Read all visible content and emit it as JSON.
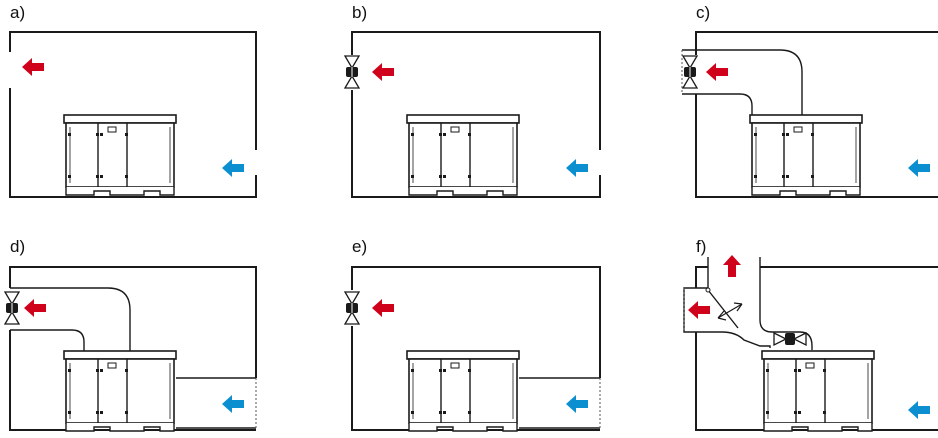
{
  "colors": {
    "line": "#1a1a1a",
    "hot_air": "#d0021b",
    "cold_air": "#0b8fd0",
    "fan_fill": "#ffffff",
    "duct_dash": "#555555"
  },
  "panels": [
    {
      "label": "a)",
      "fan": "none",
      "duct": "none",
      "intake_duct": false
    },
    {
      "label": "b)",
      "fan": "wall",
      "duct": "none",
      "intake_duct": false
    },
    {
      "label": "c)",
      "fan": "duct-end",
      "duct": "exhaust-duct",
      "intake_duct": false
    },
    {
      "label": "d)",
      "fan": "duct-end",
      "duct": "exhaust-duct",
      "intake_duct": true
    },
    {
      "label": "e)",
      "fan": "wall",
      "duct": "none",
      "intake_duct": true
    },
    {
      "label": "f)",
      "fan": "top-of-unit",
      "duct": "exhaust-duct-with-flap",
      "intake_duct": false
    }
  ]
}
